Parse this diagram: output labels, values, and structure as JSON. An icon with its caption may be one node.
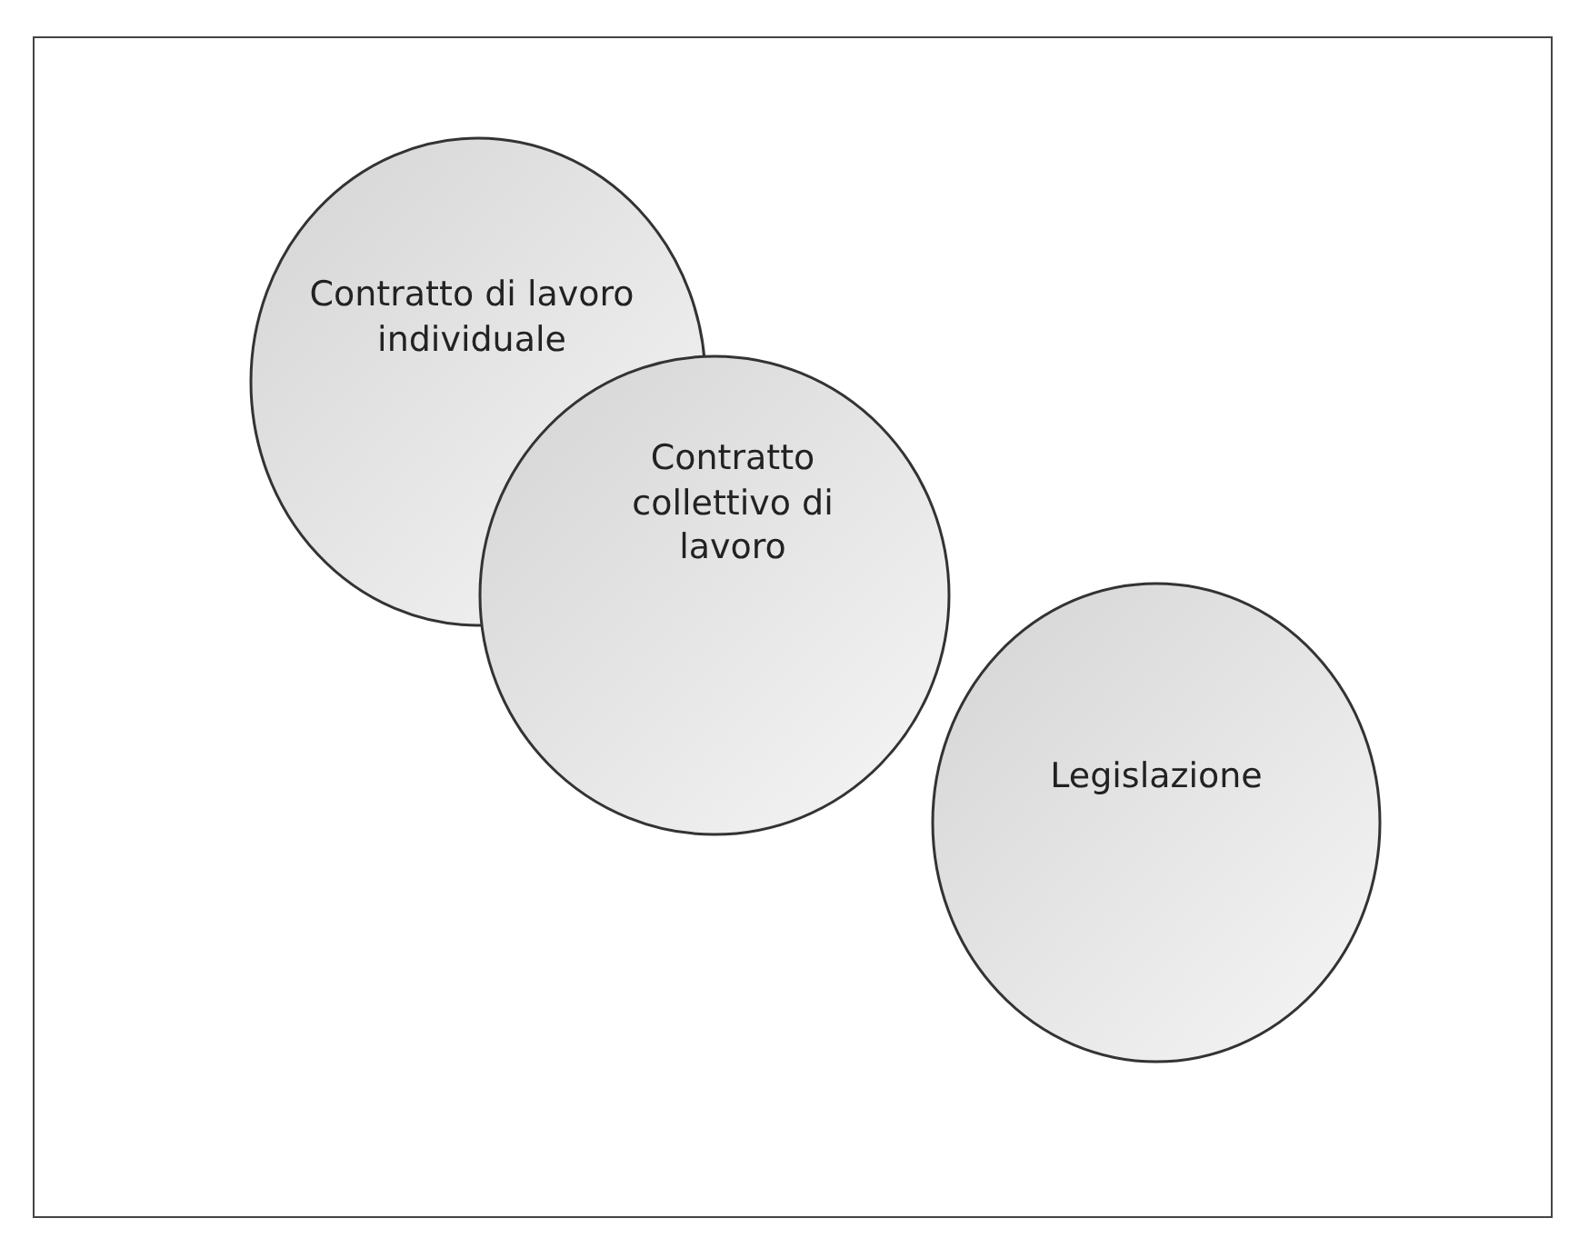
{
  "diagram": {
    "nodes": [
      {
        "text": [
          "Contratto di lavoro individuale"
        ]
      },
      {
        "text": [
          "Contratto collettivo di lavoro"
        ]
      },
      {
        "text": [
          "Legislazione"
        ]
      }
    ]
  }
}
